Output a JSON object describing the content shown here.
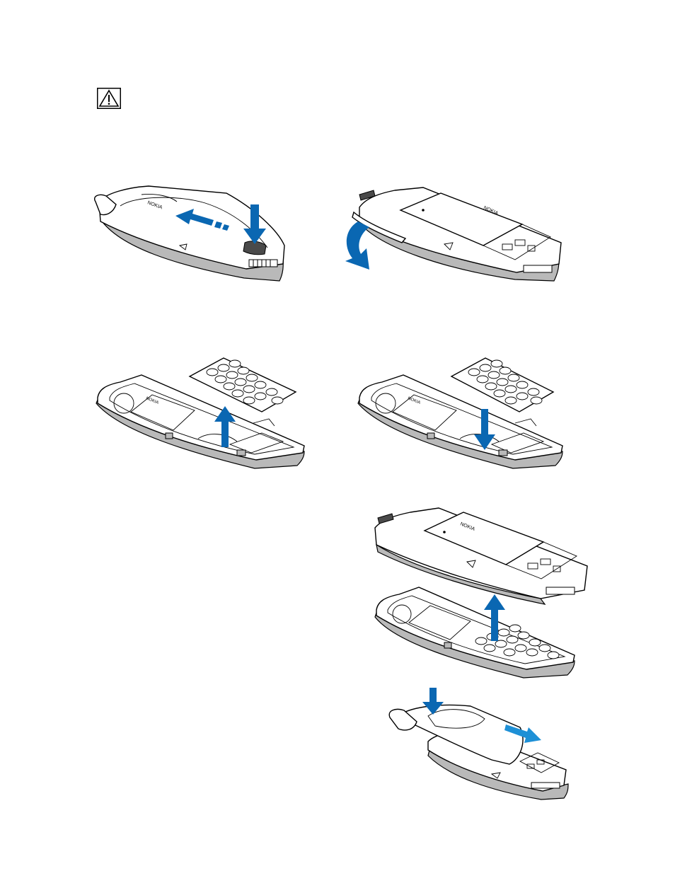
{
  "icons": {
    "warning": "warning-triangle-icon"
  },
  "colors": {
    "arrow_primary": "#0a67b2",
    "arrow_secondary": "#1e90d6",
    "line": "#000000",
    "shade": "#b9b9b9"
  },
  "figures": [
    {
      "id": "fig1",
      "step": "press-and-slide-back-cover"
    },
    {
      "id": "fig2",
      "step": "lift-off-back-cover"
    },
    {
      "id": "fig3",
      "step": "remove-keymat"
    },
    {
      "id": "fig4",
      "step": "insert-keymat"
    },
    {
      "id": "fig5",
      "step": "attach-front-cover"
    },
    {
      "id": "fig6",
      "step": "slide-on-back-cover"
    }
  ]
}
